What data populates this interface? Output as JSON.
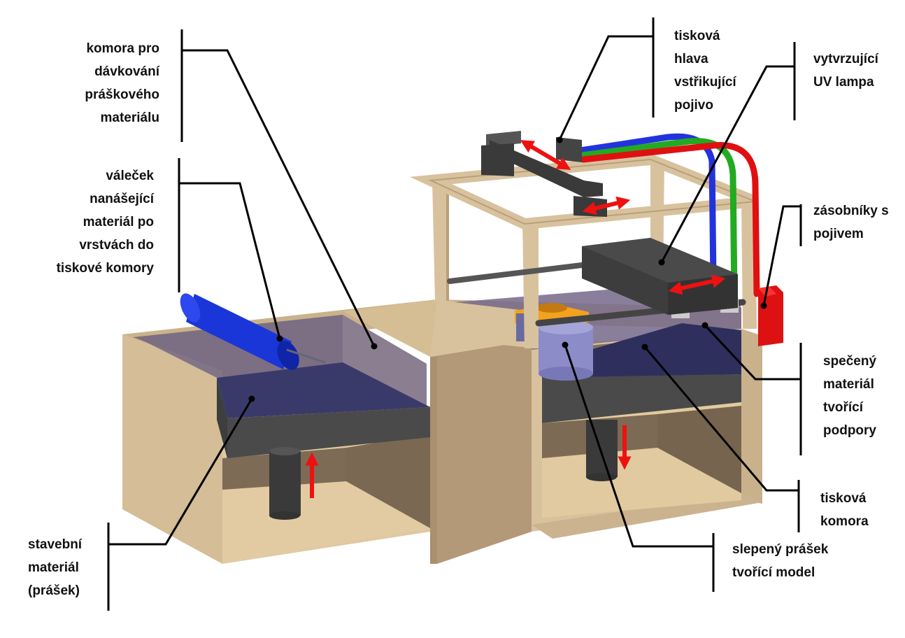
{
  "labels": {
    "dosing_chamber": "komora pro\ndávkování\npráškového\nmateriálu",
    "roller": "váleček\nnanášející\nmateriál po\nvrstvách do\ntiskové komory",
    "build_material": "stavební\nmateriál\n(prášek)",
    "print_head": "tisková\nhlava\nvstřikující\npojivo",
    "uv_lamp": "vytvrzující\nUV lampa",
    "binder_tanks": "zásobníky s\npojivem",
    "sintered_supports": "spečený\nmateriál\ntvořící\npodpory",
    "print_chamber": "tisková\nkomora",
    "bonded_powder": "slepený prášek\ntvořící model"
  },
  "colors": {
    "frame_wood": "#d8c29e",
    "frame_wood_dark": "#b9a07c",
    "powder_surface": "#3a3a6e",
    "piston_dark": "#4a4a4a",
    "roller_blue": "#1a36d8",
    "uv_lamp_body": "#3d3d3d",
    "binder_tank_red": "#dd1111",
    "hose_red": "#e01010",
    "hose_green": "#22aa22",
    "hose_blue": "#2233dd",
    "model_orange": "#f0a020",
    "model_bonded": "#8a8ac8",
    "arrow_red": "#ee1111",
    "leader_line": "#000000"
  }
}
